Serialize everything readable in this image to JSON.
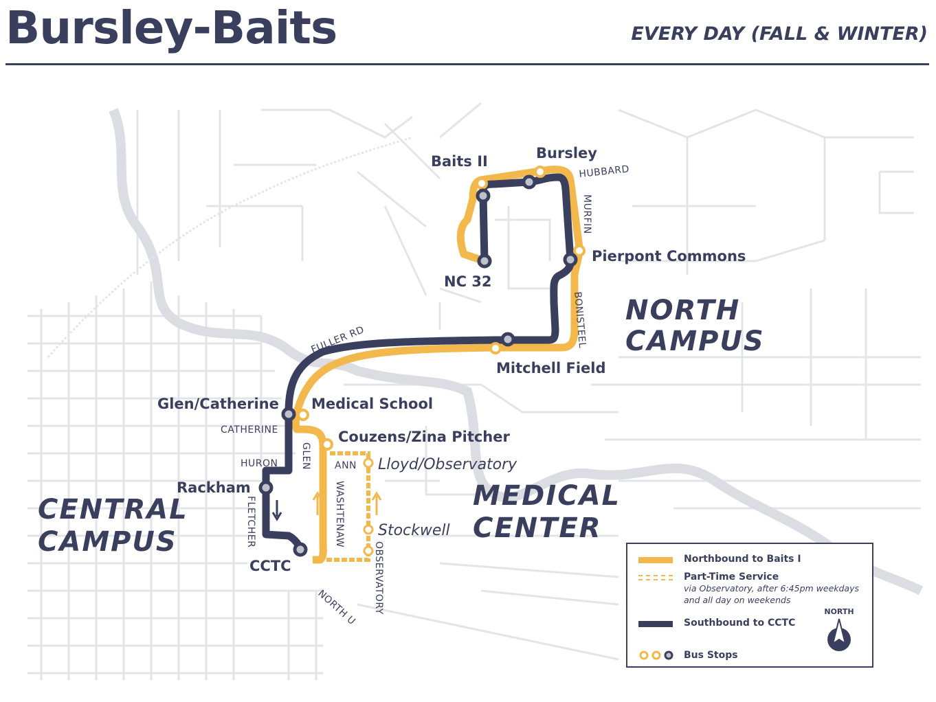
{
  "header": {
    "title": "Bursley-Baits",
    "subtitle": "EVERY DAY (FALL & WINTER)"
  },
  "colors": {
    "northbound": "#f2b84b",
    "southbound": "#3a3f5e",
    "background_streets": "#e3e4ea",
    "river": "#dcdce3"
  },
  "areas": {
    "north_campus_line1": "NORTH",
    "north_campus_line2": "CAMPUS",
    "medical_center_line1": "MEDICAL",
    "medical_center_line2": "CENTER",
    "central_campus_line1": "CENTRAL",
    "central_campus_line2": "CAMPUS"
  },
  "stops": {
    "baits_ii": "Baits II",
    "bursley": "Bursley",
    "pierpont": "Pierpont Commons",
    "nc32": "NC 32",
    "mitchell": "Mitchell Field",
    "glen_catherine": "Glen/Catherine",
    "medical_school": "Medical School",
    "couzens": "Couzens/Zina Pitcher",
    "lloyd": "Lloyd/Observatory",
    "rackham": "Rackham",
    "stockwell": "Stockwell",
    "cctc": "CCTC"
  },
  "streets": {
    "hubbard": "HUBBARD",
    "murfin": "MURFIN",
    "bonisteel": "BONISTEEL",
    "fuller": "FULLER RD",
    "catherine": "CATHERINE",
    "huron": "HURON",
    "glen": "GLEN",
    "ann": "ANN",
    "washtenaw": "WASHTENAW",
    "fletcher": "FLETCHER",
    "observatory": "OBSERVATORY",
    "north_u": "NORTH U"
  },
  "legend": {
    "northbound": "Northbound to Baits I",
    "part_time": "Part-Time Service",
    "part_time_note_1": "via Observatory, after 6:45pm weekdays",
    "part_time_note_2": "and all day on weekends",
    "southbound": "Southbound to CCTC",
    "bus_stops": "Bus Stops",
    "north": "NORTH"
  }
}
